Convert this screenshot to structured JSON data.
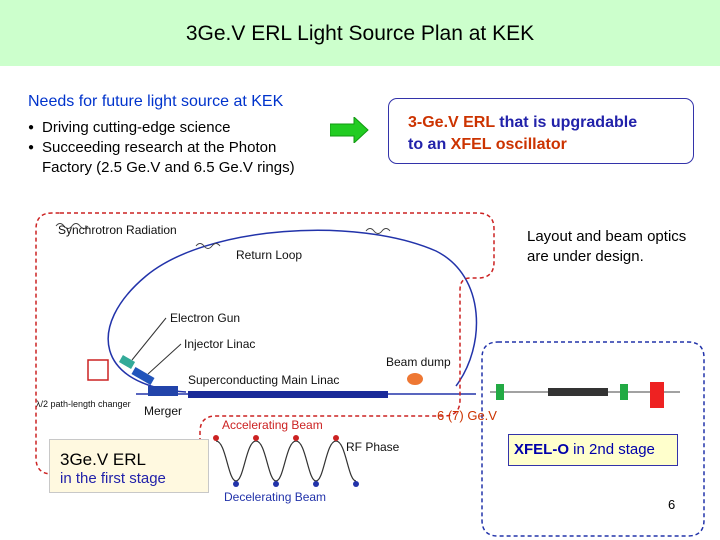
{
  "title": "3Ge.V ERL Light Source Plan at KEK",
  "needs": {
    "heading": "Needs for future light source at KEK",
    "items": [
      "Driving cutting-edge science",
      "Succeeding research at the Photon Factory (2.5 Ge.V and 6.5 Ge.V rings)"
    ]
  },
  "erl_box": {
    "part1": "3-Ge.V ERL",
    "part2": " that is upgradable",
    "part3": "to an ",
    "part4": "XFEL oscillator"
  },
  "layout_note": "Layout and beam optics are under design.",
  "diagram": {
    "synchrotron_radiation": "Synchrotron Radiation",
    "return_loop": "Return Loop",
    "electron_gun": "Electron Gun",
    "injector_linac": "Injector Linac",
    "beam_dump": "Beam dump",
    "main_linac": "Superconducting Main Linac",
    "path_length": "λ/2 path-length changer",
    "merger": "Merger",
    "accelerating_beam": "Accelerating Beam",
    "rf_phase": "RF Phase",
    "decelerating_beam": "Decelerating Beam"
  },
  "energy": "6 (7) Ge.V",
  "stage1": {
    "title": "3Ge.V ERL",
    "subtitle": "in the first stage"
  },
  "stage2": {
    "name": "XFEL-O",
    "rest": " in 2nd stage"
  },
  "page_number": "6",
  "colors": {
    "title_bg": "#ccffcc",
    "heading_blue": "#0033cc",
    "accent_red": "#cc3300",
    "arrow_green": "#22cc22",
    "loop_red": "#cc2222",
    "loop_blue": "#2233aa"
  }
}
